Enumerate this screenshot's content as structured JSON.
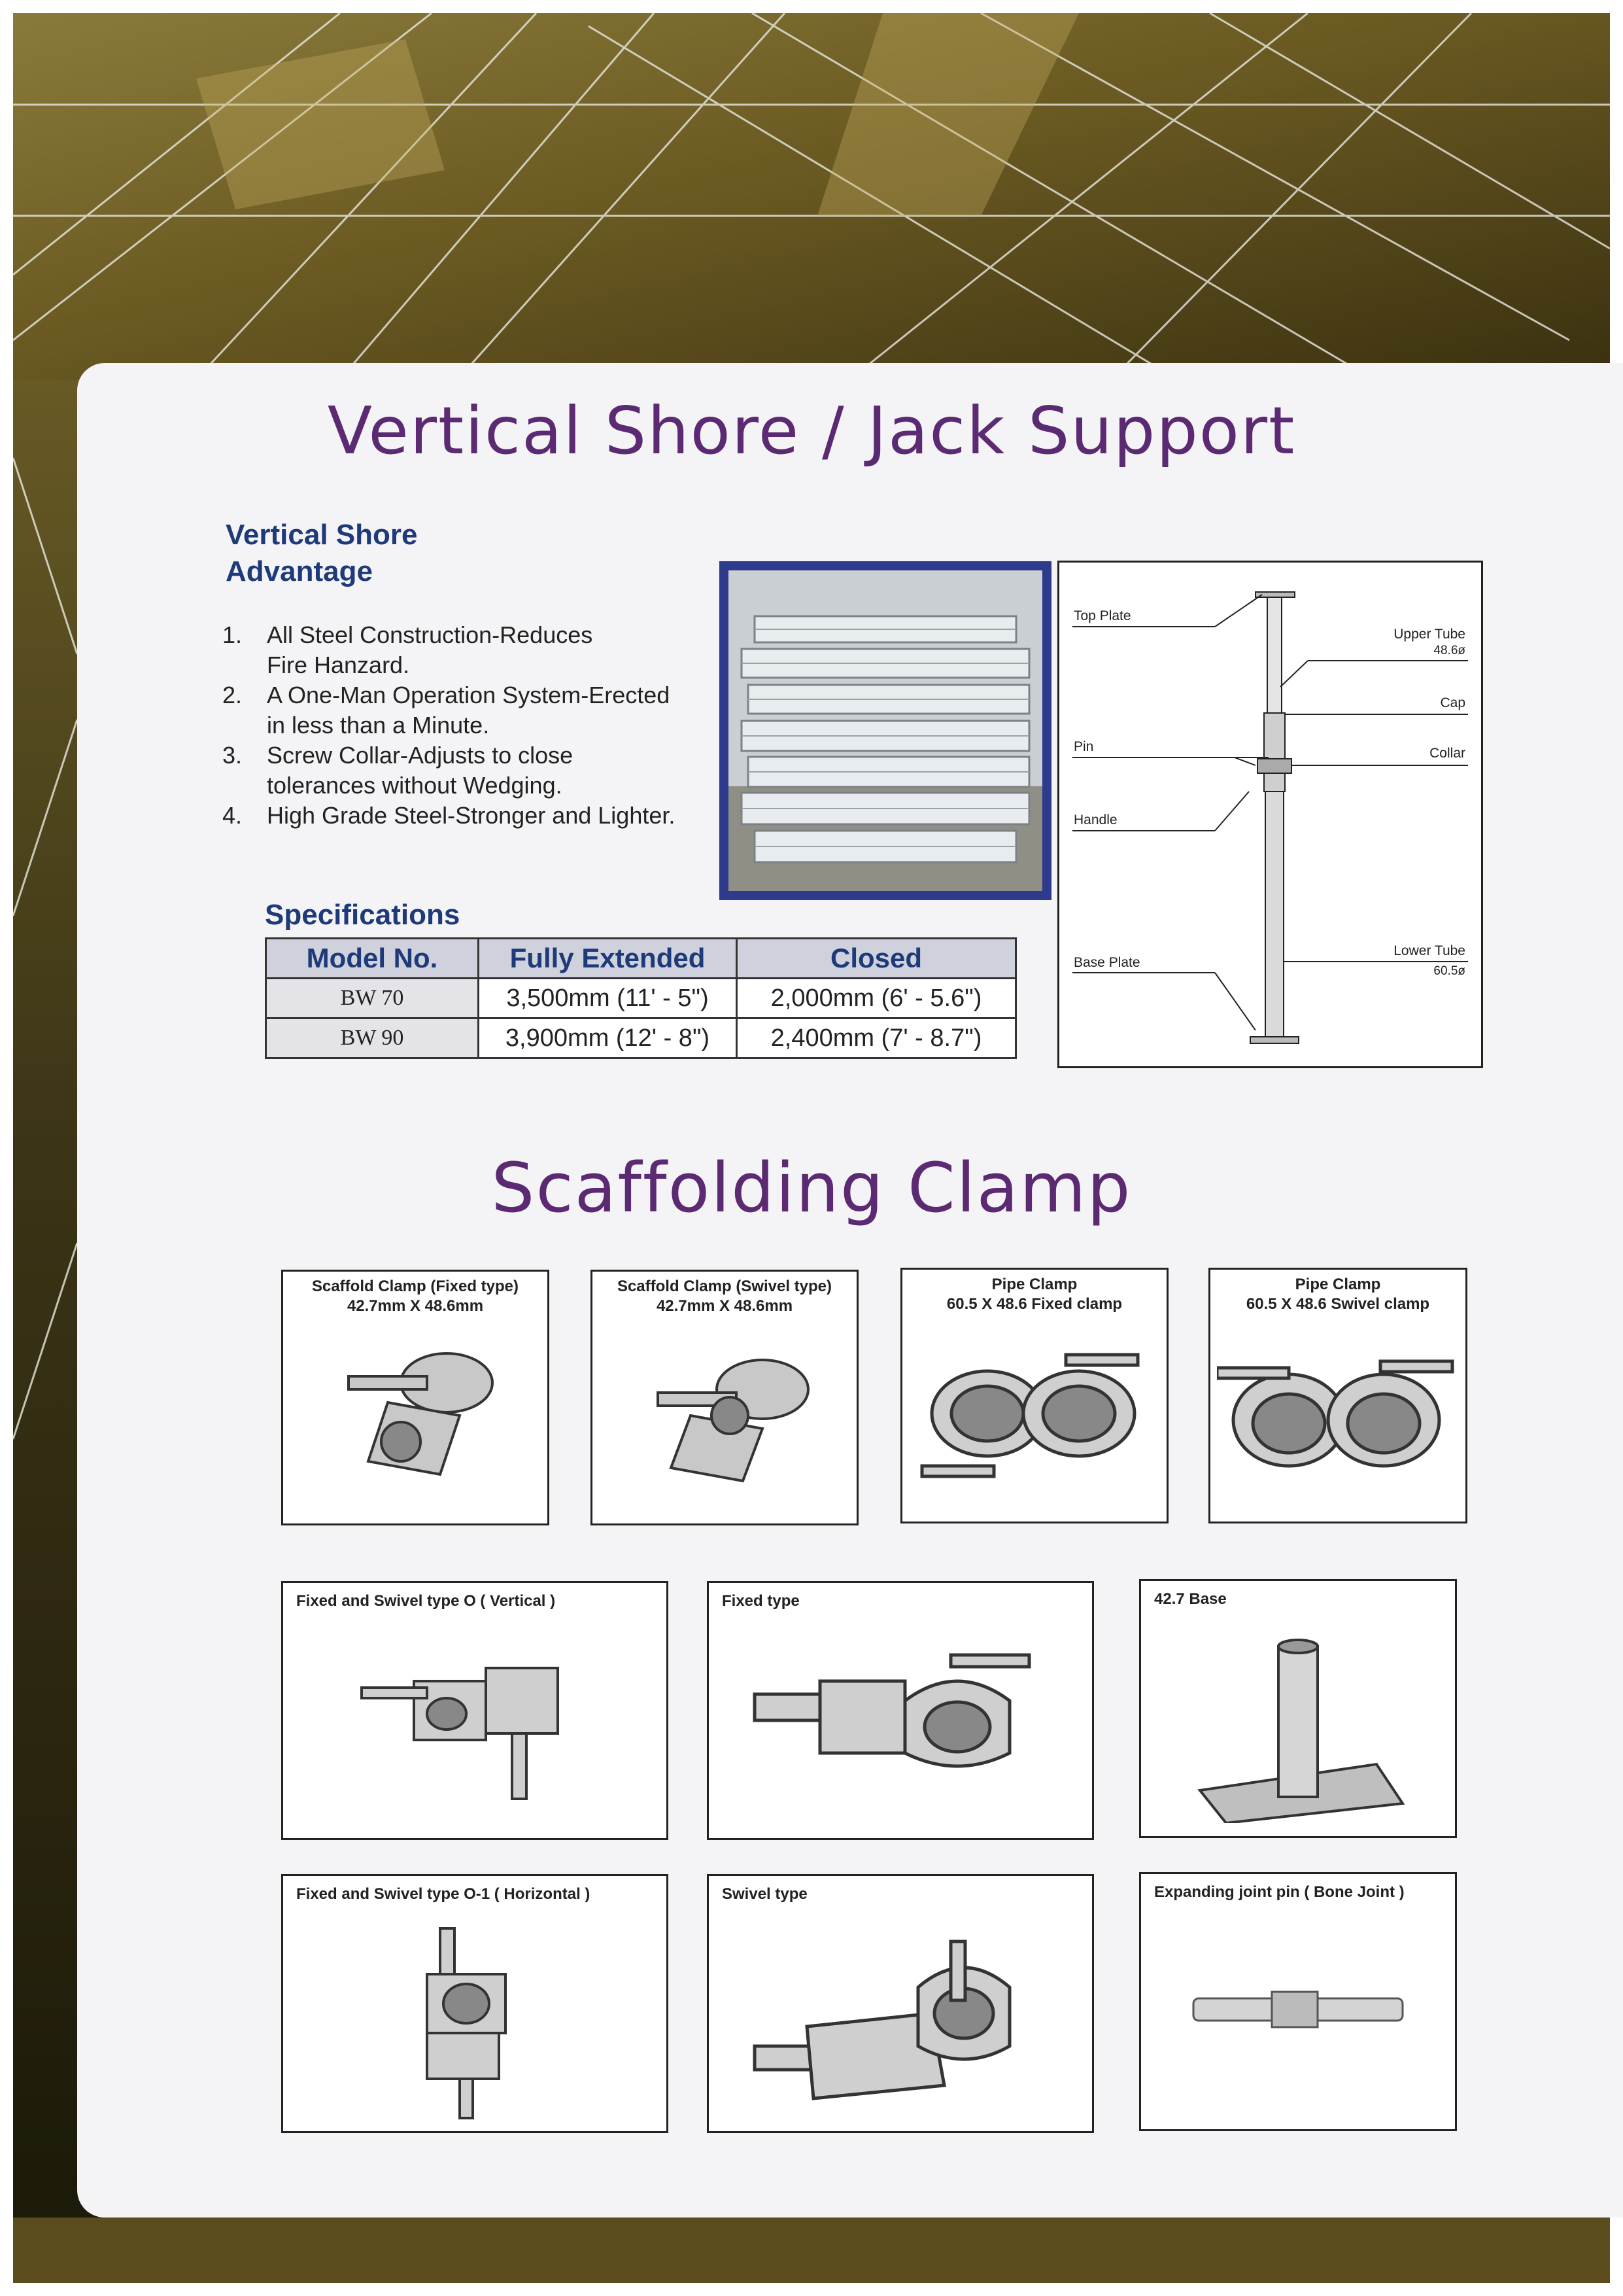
{
  "shore": {
    "title": "Vertical Shore / Jack Support",
    "sub1": "Vertical Shore",
    "sub2": "Advantage",
    "advantages": [
      {
        "num": "1.",
        "l1": "All Steel Construction-Reduces",
        "l2": "Fire Hanzard."
      },
      {
        "num": "2.",
        "l1": "A One-Man Operation System-Erected",
        "l2": "in less than a Minute."
      },
      {
        "num": "3.",
        "l1": "Screw Collar-Adjusts to close",
        "l2": "tolerances without Wedging."
      },
      {
        "num": "4.",
        "l1": "High Grade Steel-Stronger and Lighter.",
        "l2": ""
      }
    ],
    "spec_title": "Specifications",
    "spec_headers": [
      "Model No.",
      "Fully Extended",
      "Closed"
    ],
    "spec_rows": [
      [
        "BW 70",
        "3,500mm (11' - 5\")",
        "2,000mm (6' - 5.6\")"
      ],
      [
        "BW 90",
        "3,900mm (12' - 8\")",
        "2,400mm (7' - 8.7\")"
      ]
    ],
    "diagram": {
      "top_plate": "Top Plate",
      "upper_tube": "Upper Tube",
      "upper_size": "48.6ø",
      "cap": "Cap",
      "pin": "Pin",
      "collar": "Collar",
      "handle": "Handle",
      "base_plate": "Base Plate",
      "lower_tube": "Lower Tube",
      "lower_size": "60.5ø"
    }
  },
  "clamps": {
    "title": "Scaffolding Clamp",
    "row1": [
      {
        "l1": "Scaffold Clamp (Fixed type)",
        "l2": "42.7mm X 48.6mm"
      },
      {
        "l1": "Scaffold Clamp (Swivel type)",
        "l2": "42.7mm X 48.6mm"
      },
      {
        "l1": "Pipe Clamp",
        "l2": "60.5 X 48.6 Fixed clamp"
      },
      {
        "l1": "Pipe Clamp",
        "l2": "60.5 X 48.6 Swivel clamp"
      }
    ],
    "row2": [
      "Fixed and Swivel type O ( Vertical )",
      "Fixed type",
      "42.7 Base"
    ],
    "row3": [
      "Fixed and Swivel type O-1 ( Horizontal )",
      "Swivel type",
      "Expanding joint pin ( Bone Joint )"
    ]
  },
  "colors": {
    "title": "#5b2a73",
    "subheading": "#1f3a78",
    "photo_border": "#2e3a8c",
    "background_gold": "#7a6a2a"
  }
}
